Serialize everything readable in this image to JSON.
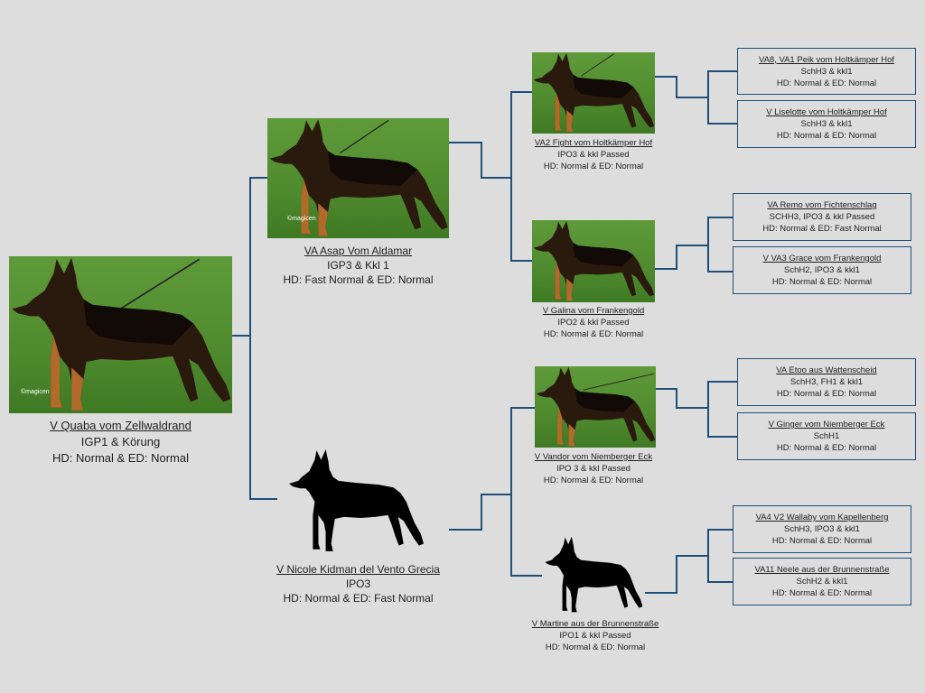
{
  "colors": {
    "background": "#dddddd",
    "lines": "#1f4e79"
  },
  "subject": {
    "name": "V Quaba vom Zellwaldrand",
    "titles": "IGP1 & Körung",
    "health": "HD: Normal & ED: Normal",
    "image": "german-shepherd-photo",
    "watermark": "©magicen"
  },
  "sire": {
    "name": "VA Asap Vom Aldamar",
    "titles": "IGP3 & Kkl 1",
    "health": "HD: Fast Normal & ED: Normal",
    "image": "german-shepherd-photo",
    "watermark": "©magicen"
  },
  "dam": {
    "name": "V  Nicole Kidman del Vento Grecia",
    "titles": "IPO3",
    "health": "HD: Normal & ED: Fast Normal",
    "image": "german-shepherd-silhouette"
  },
  "grandparents": [
    {
      "name": "VA2 Fight vom Holtkämper Hof",
      "titles": "IPO3 & kkl Passed",
      "health": "HD: Normal & ED: Normal",
      "image": "german-shepherd-photo"
    },
    {
      "name": "V Galina vom Frankengold",
      "titles": "IPO2 & kkl Passed",
      "health": "HD: Normal & ED: Normal",
      "image": "german-shepherd-photo"
    },
    {
      "name": "V Vandor vom Niemberger Eck ",
      "titles": "IPO 3 & kkl Passed",
      "health": "HD: Normal & ED: Normal",
      "image": "german-shepherd-photo"
    },
    {
      "name": "V  Martine aus der Brunnenstraße ",
      "titles": "IPO1 & kkl Passed",
      "health": "HD: Normal & ED: Normal",
      "image": "german-shepherd-silhouette"
    }
  ],
  "great_grandparents": [
    {
      "name": "VA8, VA1 Peik vom Holtkämper Hof",
      "titles": "SchH3 & kkl1",
      "health": "HD: Normal & ED: Normal"
    },
    {
      "name": "V Liselotte vom Holtkämper Hof ",
      "titles": "SchH3 & kkl1",
      "health": "HD: Normal & ED: Normal"
    },
    {
      "name": "VA Remo vom Fichtenschlag ",
      "titles": "SCHH3, IPO3 & kkl Passed",
      "health": "HD: Normal & ED: Fast Normal"
    },
    {
      "name": "V VA3 Grace vom Frankengold ",
      "titles": "SchH2, IPO3 & kkl1",
      "health": "HD: Normal & ED: Normal"
    },
    {
      "name": "VA Etoo aus Wattenscheid ",
      "titles": "SchH3, FH1 & kkl1",
      "health": "HD: Normal & ED: Normal"
    },
    {
      "name": "V Ginger vom Niemberger Eck ",
      "titles": "SchH1",
      "health": "HD: Normal & ED: Normal"
    },
    {
      "name": "VA4 V2 Wallaby vom Kapellenberg ",
      "titles": "SchH3, IPO3 & kkl1",
      "health": "HD: Normal & ED: Normal"
    },
    {
      "name": "VA11 Neele aus der Brunnenstraße ",
      "titles": "SchH2 & kkl1",
      "health": "HD: Normal & ED: Normal"
    }
  ]
}
